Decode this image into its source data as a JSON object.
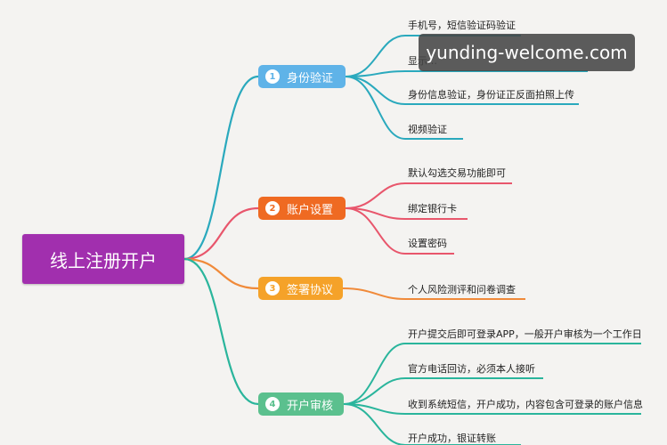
{
  "root": {
    "label": "线上注册开户"
  },
  "branches": [
    {
      "num": "1",
      "label": "身份验证",
      "color": "#5fb3e8",
      "line": "#2aa9bd",
      "leaves": [
        "手机号，短信验证码验证",
        "显示…",
        "身份信息验证，身份证正反面拍照上传",
        "视频验证"
      ]
    },
    {
      "num": "2",
      "label": "账户设置",
      "color": "#ef6a22",
      "line": "#e8566c",
      "leaves": [
        "默认勾选交易功能即可",
        "绑定银行卡",
        "设置密码"
      ]
    },
    {
      "num": "3",
      "label": "签署协议",
      "color": "#f5a229",
      "line": "#f08a3a",
      "leaves": [
        "个人风险测评和问卷调查"
      ]
    },
    {
      "num": "4",
      "label": "开户审核",
      "color": "#5bc08e",
      "line": "#2ab59c",
      "leaves": [
        "开户提交后即可登录APP，一般开户审核为一个工作日",
        "官方电话回访，必须本人接听",
        "收到系统短信，开户成功，内容包含可登录的账户信息",
        "开户成功，银证转账"
      ]
    }
  ],
  "watermark": "yunding-welcome.com"
}
